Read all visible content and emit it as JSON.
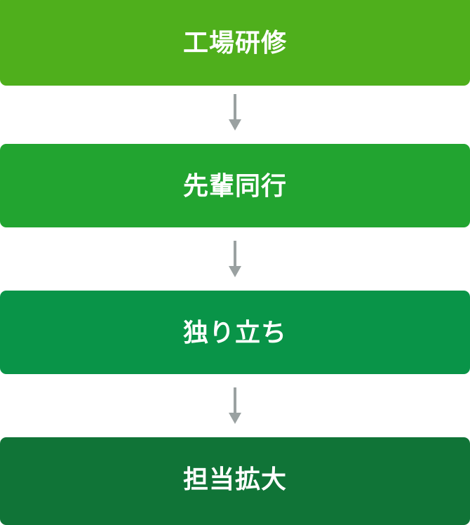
{
  "diagram": {
    "type": "vertical-flowchart",
    "orientation": "top-to-bottom",
    "background_color": "#ffffff",
    "arrow_color": "#9aa1a1",
    "label_color": "#ffffff",
    "steps": [
      {
        "label": "工場研修",
        "color": "#4faf1c"
      },
      {
        "label": "先輩同行",
        "color": "#22a430"
      },
      {
        "label": "独り立ち",
        "color": "#099448"
      },
      {
        "label": "担当拡大",
        "color": "#107437"
      }
    ],
    "connectors": [
      {
        "icon": "arrow-down-icon",
        "color": "#9aa1a1"
      },
      {
        "icon": "arrow-down-icon",
        "color": "#9aa1a1"
      },
      {
        "icon": "arrow-down-icon",
        "color": "#9aa1a1"
      }
    ]
  }
}
